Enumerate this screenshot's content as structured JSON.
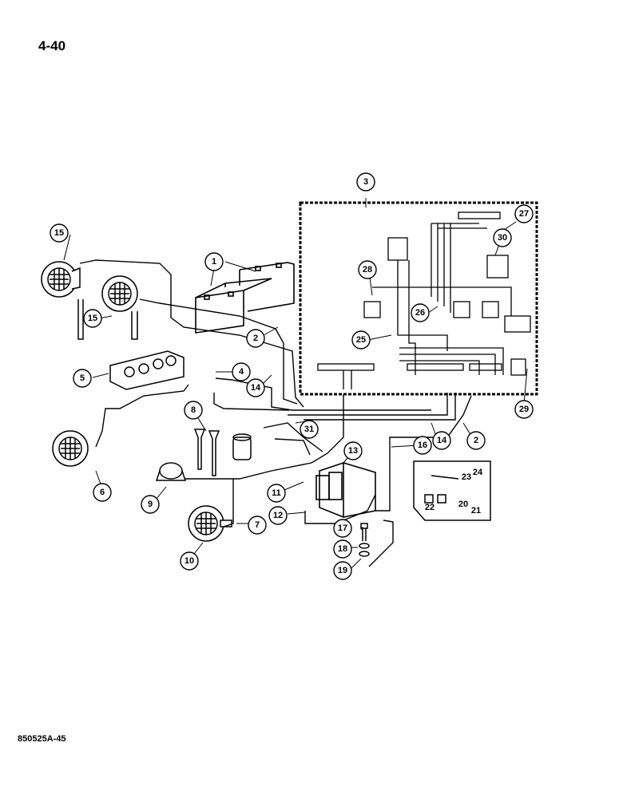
{
  "page_number": "4-40",
  "figure_code": "850525A-45",
  "callouts": [
    "1",
    "2",
    "3",
    "4",
    "5",
    "6",
    "7",
    "8",
    "9",
    "10",
    "11",
    "12",
    "13",
    "14",
    "15",
    "16",
    "17",
    "18",
    "19",
    "25",
    "26",
    "27",
    "28",
    "29",
    "30",
    "31"
  ],
  "inset_labels": [
    "20",
    "21",
    "22",
    "23",
    "24"
  ],
  "colors": {
    "line": "#000000",
    "background": "#ffffff"
  }
}
